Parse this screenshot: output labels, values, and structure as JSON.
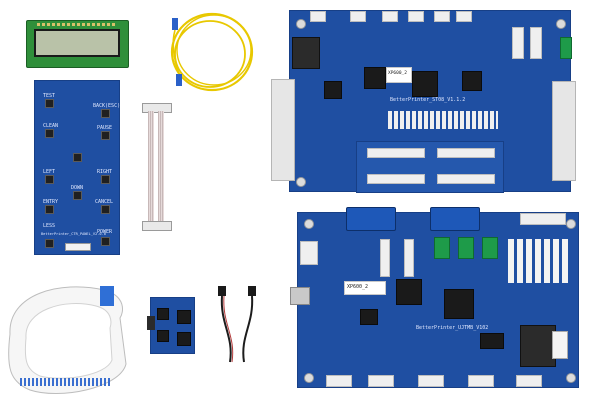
{
  "lcd_panel": {
    "screen_color": "#b9c2a8"
  },
  "control_panel_board": {
    "silkscreen": "BetterPrinter_CTR_PANEL_V2.0.0",
    "buttons": [
      "TEST",
      "BACK(ESC)",
      "CLEAN",
      "PAUSE",
      "LEFT",
      "RIGHT",
      "DOWN",
      "ENTRY",
      "CANCEL",
      "LESS",
      "POWER"
    ]
  },
  "main_board": {
    "model_label": "XP600_2",
    "silkscreen": "BetterPrinter_ST08_V1.1.2"
  },
  "head_board": {
    "model_label": "XP600_2",
    "silkscreen": "BetterPrinter_UJTMB_V102"
  },
  "colors": {
    "pcb_blue": "#1f4fa2",
    "fiber_yellow": "#e8c800",
    "connector_green": "#1e9b49",
    "ribbon_gray": "#c7b8b8"
  }
}
